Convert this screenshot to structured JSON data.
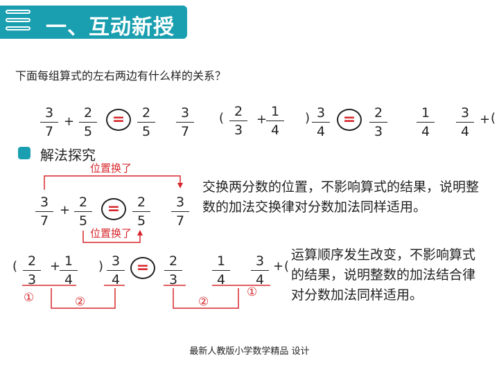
{
  "header": {
    "title": "一、互动新授",
    "decor_icon": "notebook-rings-icon",
    "color": "#1a9fb0"
  },
  "question": "下面每组算式的左右两边有什么样的关系？",
  "row1": {
    "f1": {
      "n": "3",
      "d": "7"
    },
    "op1": "+",
    "f2": {
      "n": "2",
      "d": "5"
    },
    "eq": "=",
    "f3": {
      "n": "2",
      "d": "5"
    },
    "f4": {
      "n": "3",
      "d": "7"
    },
    "lp1": "(",
    "f5": {
      "n": "2",
      "d": "3"
    },
    "op2": "+",
    "f6": {
      "n": "1",
      "d": "4"
    },
    "rp1": ")",
    "f7": {
      "n": "3",
      "d": "4"
    },
    "eq2": "=",
    "f8": {
      "n": "2",
      "d": "3"
    },
    "f9": {
      "n": "1",
      "d": "4"
    },
    "f10": {
      "n": "3",
      "d": "4"
    },
    "op3": "+",
    "lp2": "("
  },
  "section": {
    "label": "解法探究",
    "icon": "section-square-icon"
  },
  "swap": {
    "top_label": "位置换了",
    "bottom_label": "位置换了",
    "f1": {
      "n": "3",
      "d": "7"
    },
    "op": "+",
    "f2": {
      "n": "2",
      "d": "5"
    },
    "eq": "=",
    "f3": {
      "n": "2",
      "d": "5"
    },
    "f4": {
      "n": "3",
      "d": "7"
    },
    "explanation": "交换两分数的位置，不影响算式的结果，说明整数的加法交换律对分数加法同样适用。"
  },
  "assoc": {
    "lp": "(",
    "f1": {
      "n": "2",
      "d": "3"
    },
    "op1": "+",
    "f2": {
      "n": "1",
      "d": "4"
    },
    "rp": ")",
    "f3": {
      "n": "3",
      "d": "4"
    },
    "eq": "=",
    "f4": {
      "n": "2",
      "d": "3"
    },
    "f5": {
      "n": "1",
      "d": "4"
    },
    "f6": {
      "n": "3",
      "d": "4"
    },
    "op2": "+",
    "lp2": "(",
    "step1": "①",
    "step2": "②",
    "step3": "②",
    "step4": "①",
    "explanation": "运算顺序发生改变，不影响算式的结果，说明整数的加法结合律对分数加法同样适用。"
  },
  "footer": "最新人教版小学数学精品 设计",
  "colors": {
    "accent": "#d6262b",
    "teal": "#1a9fb0"
  }
}
